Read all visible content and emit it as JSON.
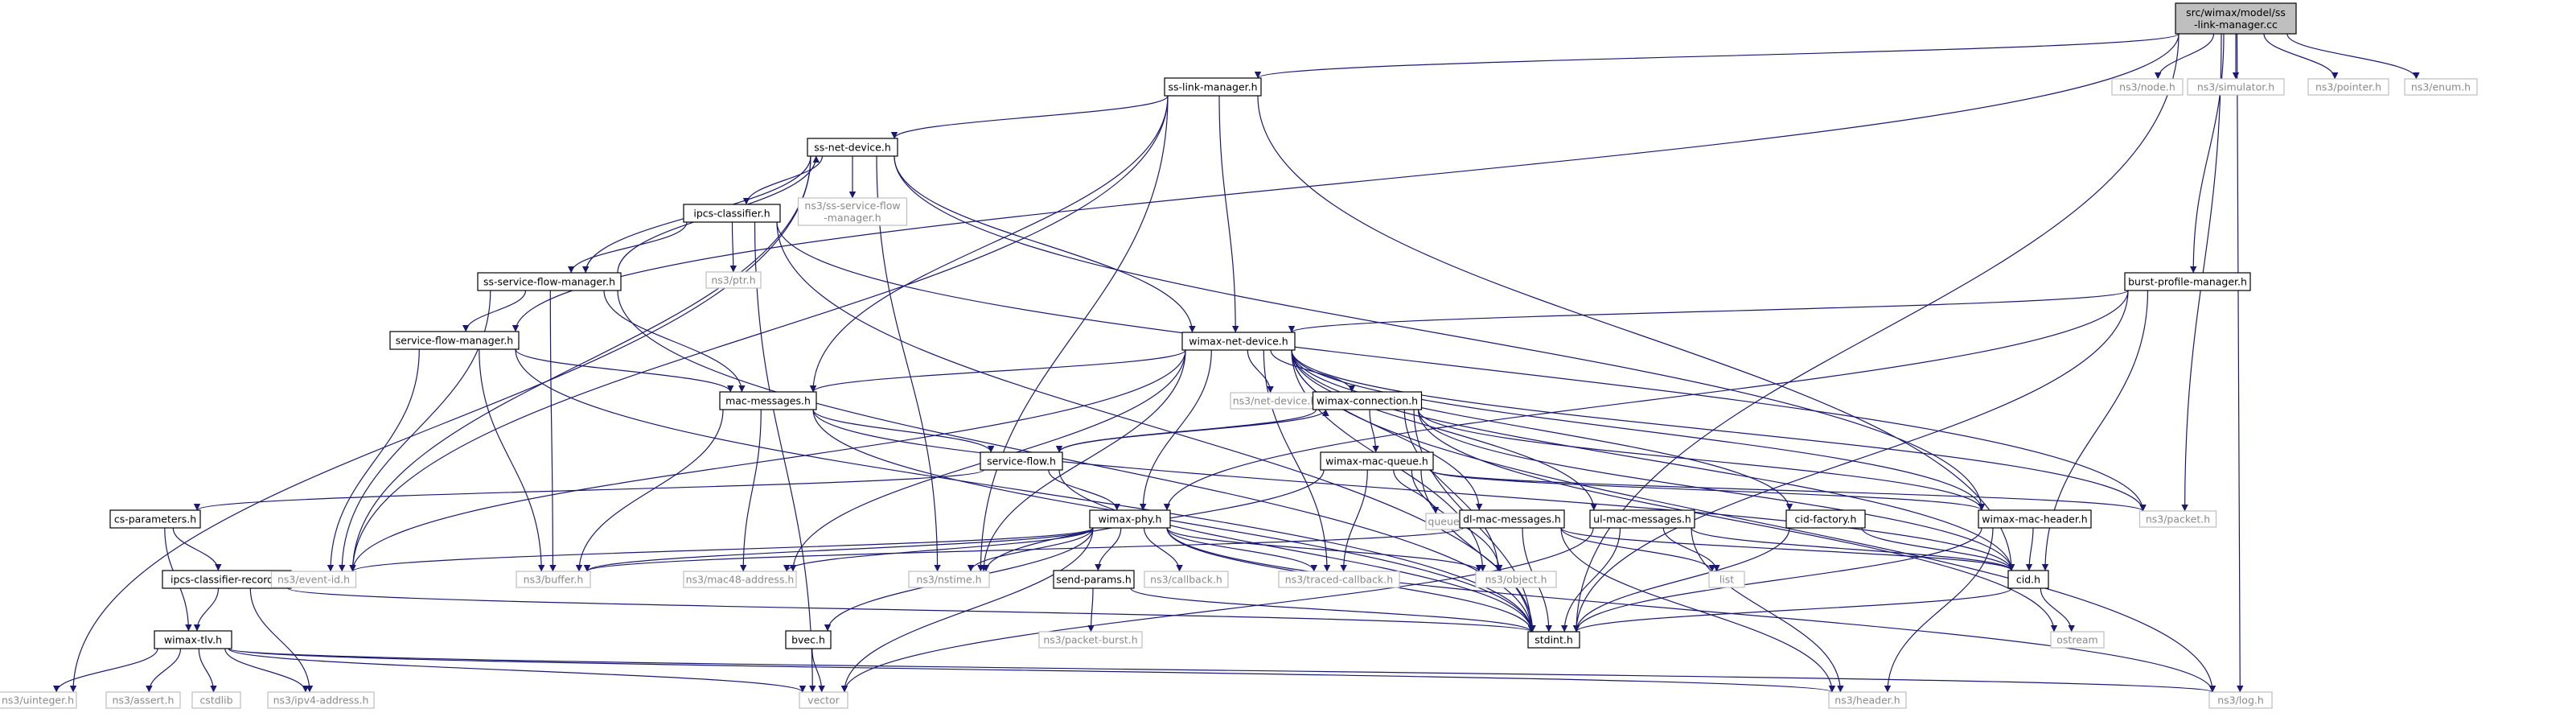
{
  "colors": {
    "edge": "#191970",
    "border_solid": "#000000",
    "border_external": "#bfbfbf",
    "fill_root": "#bfbfbf",
    "fill_node": "#ffffff",
    "text_solid": "#000000",
    "text_external": "#8a8a8a"
  },
  "nodes": [
    {
      "id": "root",
      "lines": [
        "src/wimax/model/ss",
        "-link-manager.cc"
      ],
      "kind": "root"
    },
    {
      "id": "sslm",
      "lines": [
        "ss-link-manager.h"
      ],
      "kind": "solid"
    },
    {
      "id": "node",
      "lines": [
        "ns3/node.h"
      ],
      "kind": "external"
    },
    {
      "id": "simulator",
      "lines": [
        "ns3/simulator.h"
      ],
      "kind": "external"
    },
    {
      "id": "pointer",
      "lines": [
        "ns3/pointer.h"
      ],
      "kind": "external"
    },
    {
      "id": "enum",
      "lines": [
        "ns3/enum.h"
      ],
      "kind": "external"
    },
    {
      "id": "ssnd",
      "lines": [
        "ss-net-device.h"
      ],
      "kind": "solid"
    },
    {
      "id": "sssfmext",
      "lines": [
        "ns3/ss-service-flow",
        "-manager.h"
      ],
      "kind": "external"
    },
    {
      "id": "ipcs",
      "lines": [
        "ipcs-classifier.h"
      ],
      "kind": "solid"
    },
    {
      "id": "ptr",
      "lines": [
        "ns3/ptr.h"
      ],
      "kind": "external"
    },
    {
      "id": "sssfm",
      "lines": [
        "ss-service-flow-manager.h"
      ],
      "kind": "solid"
    },
    {
      "id": "bpm",
      "lines": [
        "burst-profile-manager.h"
      ],
      "kind": "solid"
    },
    {
      "id": "sfm",
      "lines": [
        "service-flow-manager.h"
      ],
      "kind": "solid"
    },
    {
      "id": "wnd",
      "lines": [
        "wimax-net-device.h"
      ],
      "kind": "solid"
    },
    {
      "id": "netdev",
      "lines": [
        "ns3/net-device.h"
      ],
      "kind": "external"
    },
    {
      "id": "macm",
      "lines": [
        "mac-messages.h"
      ],
      "kind": "solid"
    },
    {
      "id": "wconn",
      "lines": [
        "wimax-connection.h"
      ],
      "kind": "solid"
    },
    {
      "id": "sf",
      "lines": [
        "service-flow.h"
      ],
      "kind": "solid"
    },
    {
      "id": "wmq",
      "lines": [
        "wimax-mac-queue.h"
      ],
      "kind": "solid"
    },
    {
      "id": "queue",
      "lines": [
        "queue"
      ],
      "kind": "external"
    },
    {
      "id": "csp",
      "lines": [
        "cs-parameters.h"
      ],
      "kind": "solid"
    },
    {
      "id": "wphy",
      "lines": [
        "wimax-phy.h"
      ],
      "kind": "solid"
    },
    {
      "id": "dlmm",
      "lines": [
        "dl-mac-messages.h"
      ],
      "kind": "solid"
    },
    {
      "id": "ulmm",
      "lines": [
        "ul-mac-messages.h"
      ],
      "kind": "solid"
    },
    {
      "id": "cidf",
      "lines": [
        "cid-factory.h"
      ],
      "kind": "solid"
    },
    {
      "id": "wmh",
      "lines": [
        "wimax-mac-header.h"
      ],
      "kind": "solid"
    },
    {
      "id": "packet",
      "lines": [
        "ns3/packet.h"
      ],
      "kind": "external"
    },
    {
      "id": "icr",
      "lines": [
        "ipcs-classifier-record.h"
      ],
      "kind": "solid"
    },
    {
      "id": "eventid",
      "lines": [
        "ns3/event-id.h"
      ],
      "kind": "external"
    },
    {
      "id": "buffer",
      "lines": [
        "ns3/buffer.h"
      ],
      "kind": "external"
    },
    {
      "id": "mac48",
      "lines": [
        "ns3/mac48-address.h"
      ],
      "kind": "external"
    },
    {
      "id": "nstime",
      "lines": [
        "ns3/nstime.h"
      ],
      "kind": "external"
    },
    {
      "id": "sendp",
      "lines": [
        "send-params.h"
      ],
      "kind": "solid"
    },
    {
      "id": "callback",
      "lines": [
        "ns3/callback.h"
      ],
      "kind": "external"
    },
    {
      "id": "tcb",
      "lines": [
        "ns3/traced-callback.h"
      ],
      "kind": "external"
    },
    {
      "id": "object",
      "lines": [
        "ns3/object.h"
      ],
      "kind": "external"
    },
    {
      "id": "list",
      "lines": [
        "list"
      ],
      "kind": "external"
    },
    {
      "id": "cid",
      "lines": [
        "cid.h"
      ],
      "kind": "solid"
    },
    {
      "id": "wtlv",
      "lines": [
        "wimax-tlv.h"
      ],
      "kind": "solid"
    },
    {
      "id": "bvec",
      "lines": [
        "bvec.h"
      ],
      "kind": "solid"
    },
    {
      "id": "stdint",
      "lines": [
        "stdint.h"
      ],
      "kind": "solid"
    },
    {
      "id": "pburst",
      "lines": [
        "ns3/packet-burst.h"
      ],
      "kind": "external"
    },
    {
      "id": "ostream",
      "lines": [
        "ostream"
      ],
      "kind": "external"
    },
    {
      "id": "uinteger",
      "lines": [
        "ns3/uinteger.h"
      ],
      "kind": "external"
    },
    {
      "id": "assert",
      "lines": [
        "ns3/assert.h"
      ],
      "kind": "external"
    },
    {
      "id": "cstdlib",
      "lines": [
        "cstdlib"
      ],
      "kind": "external"
    },
    {
      "id": "ipv4",
      "lines": [
        "ns3/ipv4-address.h"
      ],
      "kind": "external"
    },
    {
      "id": "vector",
      "lines": [
        "vector"
      ],
      "kind": "external"
    },
    {
      "id": "header",
      "lines": [
        "ns3/header.h"
      ],
      "kind": "external"
    },
    {
      "id": "log",
      "lines": [
        "ns3/log.h"
      ],
      "kind": "external"
    }
  ],
  "edges": [
    [
      "root",
      "sslm"
    ],
    [
      "root",
      "node"
    ],
    [
      "root",
      "simulator"
    ],
    [
      "root",
      "pointer"
    ],
    [
      "root",
      "enum"
    ],
    [
      "root",
      "sfm"
    ],
    [
      "root",
      "bpm"
    ],
    [
      "root",
      "packet"
    ],
    [
      "root",
      "stdint"
    ],
    [
      "root",
      "log"
    ],
    [
      "sslm",
      "ssnd"
    ],
    [
      "sslm",
      "macm"
    ],
    [
      "sslm",
      "wnd"
    ],
    [
      "sslm",
      "nstime"
    ],
    [
      "sslm",
      "eventid"
    ],
    [
      "sslm",
      "cid"
    ],
    [
      "ssnd",
      "sssfmext"
    ],
    [
      "ssnd",
      "ipcs"
    ],
    [
      "ssnd",
      "sssfm"
    ],
    [
      "ssnd",
      "wnd"
    ],
    [
      "ssnd",
      "eventid"
    ],
    [
      "ssnd",
      "nstime"
    ],
    [
      "ssnd",
      "uinteger"
    ],
    [
      "ssnd",
      "wmh"
    ],
    [
      "ipcs",
      "ptr"
    ],
    [
      "ipcs",
      "sssfm"
    ],
    [
      "ipcs",
      "vector"
    ],
    [
      "ipcs",
      "stdint"
    ],
    [
      "ipcs",
      "packet"
    ],
    [
      "sssfm",
      "sfm"
    ],
    [
      "sssfm",
      "macm"
    ],
    [
      "sssfm",
      "eventid"
    ],
    [
      "sssfm",
      "buffer"
    ],
    [
      "sssfm",
      "stdint"
    ],
    [
      "sssfm",
      "ssnd"
    ],
    [
      "bpm",
      "wnd"
    ],
    [
      "bpm",
      "cid"
    ],
    [
      "bpm",
      "stdint"
    ],
    [
      "bpm",
      "wphy"
    ],
    [
      "sfm",
      "macm"
    ],
    [
      "sfm",
      "eventid"
    ],
    [
      "sfm",
      "buffer"
    ],
    [
      "sfm",
      "stdint"
    ],
    [
      "wnd",
      "netdev"
    ],
    [
      "wnd",
      "macm"
    ],
    [
      "wnd",
      "wconn"
    ],
    [
      "wnd",
      "wphy"
    ],
    [
      "wnd",
      "dlmm"
    ],
    [
      "wnd",
      "ulmm"
    ],
    [
      "wnd",
      "wmh"
    ],
    [
      "wnd",
      "cid"
    ],
    [
      "wnd",
      "eventid"
    ],
    [
      "wnd",
      "mac48"
    ],
    [
      "wnd",
      "nstime"
    ],
    [
      "wnd",
      "tcb"
    ],
    [
      "wnd",
      "object"
    ],
    [
      "wnd",
      "log"
    ],
    [
      "wnd",
      "packet"
    ],
    [
      "wnd",
      "cidf"
    ],
    [
      "macm",
      "sf"
    ],
    [
      "macm",
      "buffer"
    ],
    [
      "macm",
      "mac48"
    ],
    [
      "macm",
      "stdint"
    ],
    [
      "macm",
      "cid"
    ],
    [
      "wconn",
      "sf"
    ],
    [
      "wconn",
      "wmq"
    ],
    [
      "wconn",
      "cid"
    ],
    [
      "wconn",
      "object"
    ],
    [
      "wconn",
      "stdint"
    ],
    [
      "wconn",
      "ostream"
    ],
    [
      "wconn",
      "wmh"
    ],
    [
      "sf",
      "csp"
    ],
    [
      "sf",
      "wphy"
    ],
    [
      "sf",
      "stdint"
    ],
    [
      "sf",
      "wconn"
    ],
    [
      "wmq",
      "queue"
    ],
    [
      "wmq",
      "packet"
    ],
    [
      "wmq",
      "wmh"
    ],
    [
      "wmq",
      "object"
    ],
    [
      "wmq",
      "tcb"
    ],
    [
      "wmq",
      "nstime"
    ],
    [
      "wmq",
      "stdint"
    ],
    [
      "csp",
      "icr"
    ],
    [
      "csp",
      "wtlv"
    ],
    [
      "wphy",
      "buffer"
    ],
    [
      "wphy",
      "nstime"
    ],
    [
      "wphy",
      "callback"
    ],
    [
      "wphy",
      "tcb"
    ],
    [
      "wphy",
      "object"
    ],
    [
      "wphy",
      "sendp"
    ],
    [
      "wphy",
      "bvec"
    ],
    [
      "wphy",
      "vector"
    ],
    [
      "wphy",
      "stdint"
    ],
    [
      "wphy",
      "log"
    ],
    [
      "wphy",
      "eventid"
    ],
    [
      "wphy",
      "mac48"
    ],
    [
      "dlmm",
      "cid"
    ],
    [
      "dlmm",
      "buffer"
    ],
    [
      "dlmm",
      "header"
    ],
    [
      "dlmm",
      "list"
    ],
    [
      "dlmm",
      "stdint"
    ],
    [
      "ulmm",
      "cid"
    ],
    [
      "ulmm",
      "header"
    ],
    [
      "ulmm",
      "list"
    ],
    [
      "ulmm",
      "stdint"
    ],
    [
      "ulmm",
      "vector"
    ],
    [
      "cidf",
      "cid"
    ],
    [
      "cidf",
      "stdint"
    ],
    [
      "wmh",
      "cid"
    ],
    [
      "wmh",
      "stdint"
    ],
    [
      "wmh",
      "header"
    ],
    [
      "icr",
      "wtlv"
    ],
    [
      "icr",
      "ipv4"
    ],
    [
      "icr",
      "stdint"
    ],
    [
      "sendp",
      "pburst"
    ],
    [
      "sendp",
      "stdint"
    ],
    [
      "cid",
      "stdint"
    ],
    [
      "cid",
      "ostream"
    ],
    [
      "wtlv",
      "uinteger"
    ],
    [
      "wtlv",
      "assert"
    ],
    [
      "wtlv",
      "cstdlib"
    ],
    [
      "wtlv",
      "ipv4"
    ],
    [
      "wtlv",
      "vector"
    ],
    [
      "wtlv",
      "log"
    ],
    [
      "wtlv",
      "header"
    ],
    [
      "bvec",
      "vector"
    ]
  ]
}
